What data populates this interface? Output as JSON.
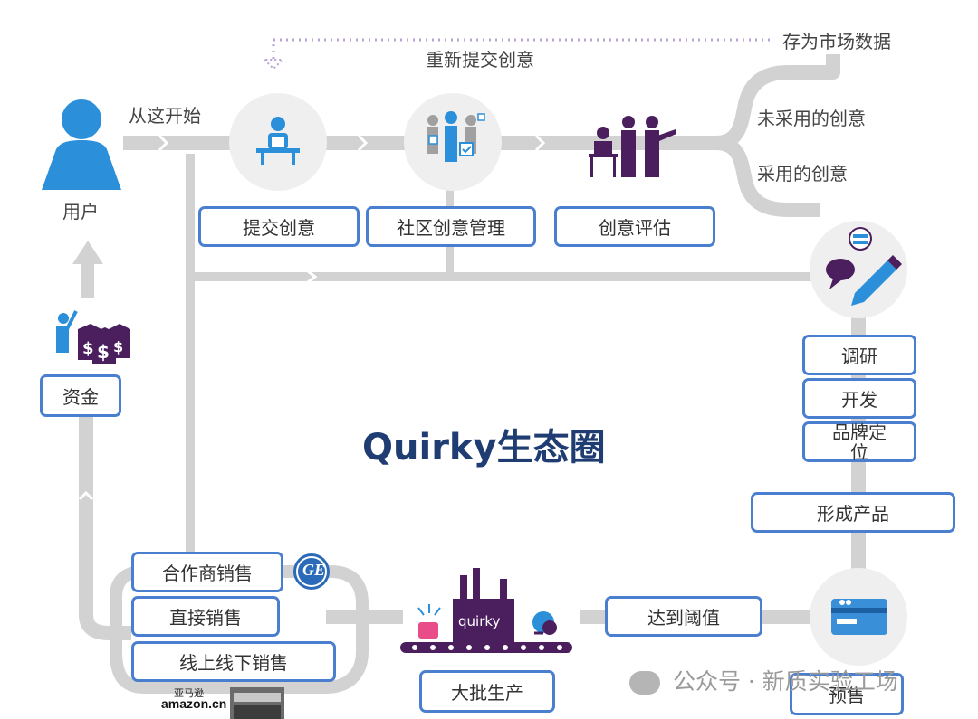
{
  "title": "Quirky生态圈",
  "labels": {
    "start_here": "从这开始",
    "user": "用户",
    "resubmit": "重新提交创意",
    "save_market": "存为市场数据",
    "rejected": "未采用的创意",
    "adopted": "采用的创意"
  },
  "boxes": {
    "submit": "提交创意",
    "community": "社区创意管理",
    "evaluate": "创意评估",
    "research": "调研",
    "develop": "开发",
    "brand": "品牌定位",
    "product": "形成产品",
    "presale": "预售",
    "threshold": "达到阈值",
    "mass_production": "大批生产",
    "partner_sales": "合作商销售",
    "direct_sales": "直接销售",
    "online_offline": "线上线下销售",
    "funds": "资金"
  },
  "logos": {
    "quirky": "quirky",
    "ge": "GE",
    "amazon_cn": "亚马逊",
    "amazon": "amazon.cn"
  },
  "watermark": "公众号 · 新质实验工场",
  "colors": {
    "accent": "#4a7fd0",
    "title": "#1f3d73",
    "icon": "#4b1f5e",
    "flow": "#d2d2d2"
  }
}
